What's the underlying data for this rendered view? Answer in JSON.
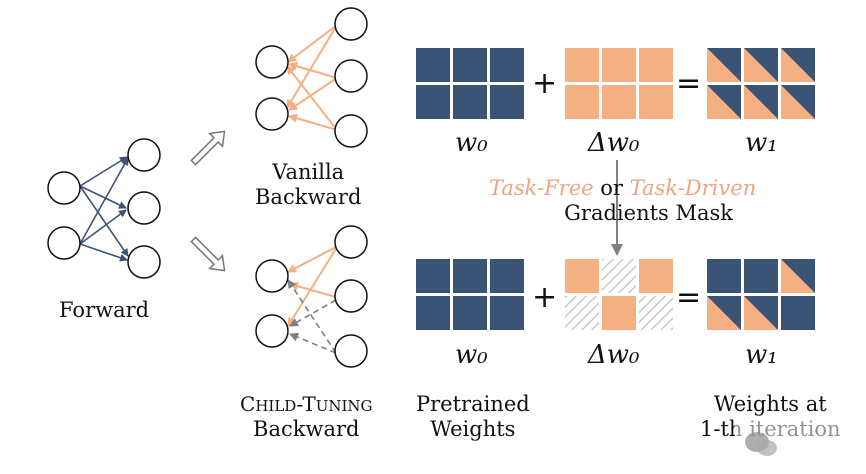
{
  "colors": {
    "navy": "#3b5475",
    "orange": "#f4b083",
    "orange_text": "#eea57d",
    "gray_arrow": "#7f7f7f",
    "hatch": "#d0d0d0"
  },
  "labels": {
    "forward": "Forward",
    "vanilla_line1": "Vanilla",
    "vanilla_line2": "Backward",
    "child_big1": "C",
    "child_small1": "HILD",
    "child_dash": "-",
    "child_big2": "T",
    "child_small2": "UNING",
    "child_line2": "Backward",
    "pretrained_line1": "Pretrained",
    "pretrained_line2": "Weights",
    "weights_at_line1": "Weights at",
    "weights_at_line2": "1-th iteration",
    "task_free": "Task-Free",
    "or": "or",
    "task_driven": "Task-Driven",
    "gradients_mask": "Gradients Mask",
    "plus": "+",
    "equals": "="
  },
  "math": {
    "w0": "w₀",
    "dw0": "Δw₀",
    "w1": "w₁"
  },
  "matrices": {
    "top_w0": [
      "navy",
      "navy",
      "navy",
      "navy",
      "navy",
      "navy"
    ],
    "top_dw0": [
      "orange",
      "orange",
      "orange",
      "orange",
      "orange",
      "orange"
    ],
    "top_w1": [
      "split",
      "split",
      "split",
      "split",
      "split",
      "split"
    ],
    "bottom_w0": [
      "navy",
      "navy",
      "navy",
      "navy",
      "navy",
      "navy"
    ],
    "bottom_dw0": [
      "orange",
      "hatch",
      "orange",
      "hatch",
      "orange",
      "hatch"
    ],
    "bottom_w1": [
      "navy",
      "navy",
      "split",
      "split",
      "split",
      "navy"
    ]
  },
  "watermark": {
    "icon": "wechat-icon"
  }
}
